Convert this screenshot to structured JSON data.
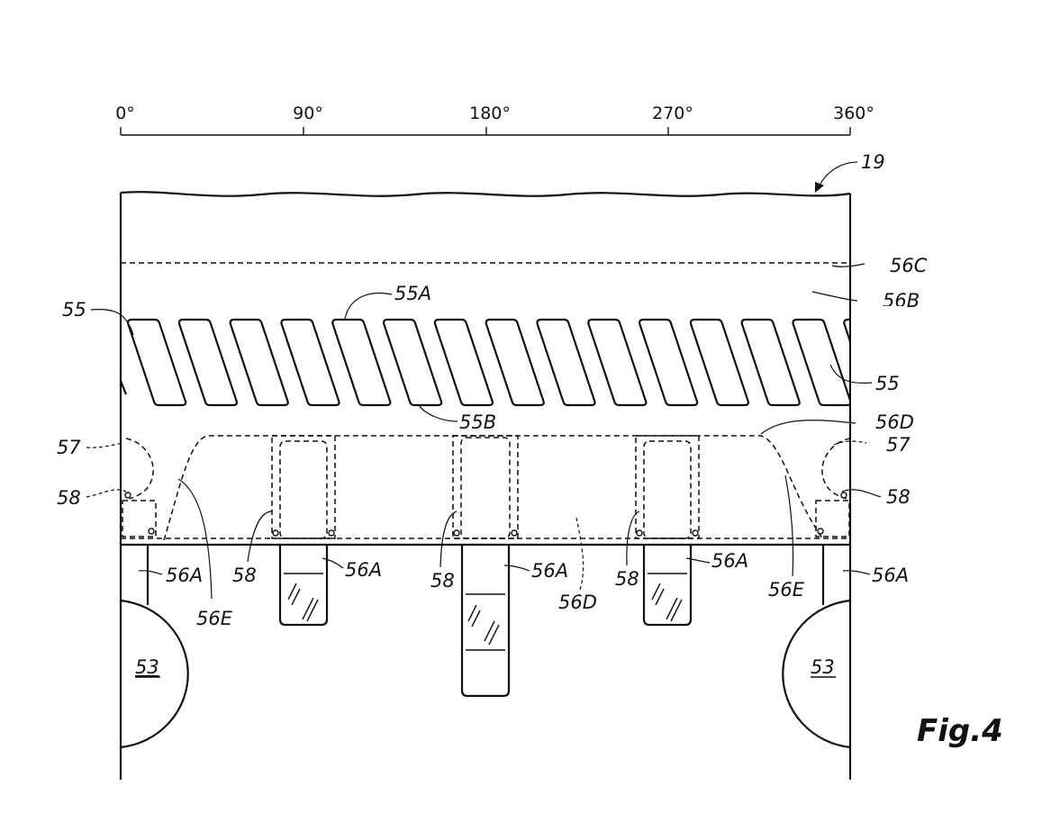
{
  "scale": {
    "ticks": [
      "0°",
      "90°",
      "180°",
      "270°",
      "360°"
    ]
  },
  "labels": {
    "ref_19": "19",
    "l_56C": "56C",
    "l_56B": "56B",
    "l_55A": "55A",
    "l_55_left": "55",
    "l_55_right": "55",
    "l_55B": "55B",
    "l_56D_right": "56D",
    "l_57_left": "57",
    "l_57_right": "57",
    "l_58_left": "58",
    "l_58_right": "58",
    "l_56A_1": "56A",
    "l_58_b1": "58",
    "l_56A_2": "56A",
    "l_58_b2": "58",
    "l_56A_3": "56A",
    "l_56D_center": "56D",
    "l_58_b3": "58",
    "l_56A_4": "56A",
    "l_56E_right": "56E",
    "l_56A_5": "56A",
    "l_56E_left": "56E",
    "l_53_left": "53",
    "l_53_right": "53"
  },
  "figure_label": "Fig.4"
}
